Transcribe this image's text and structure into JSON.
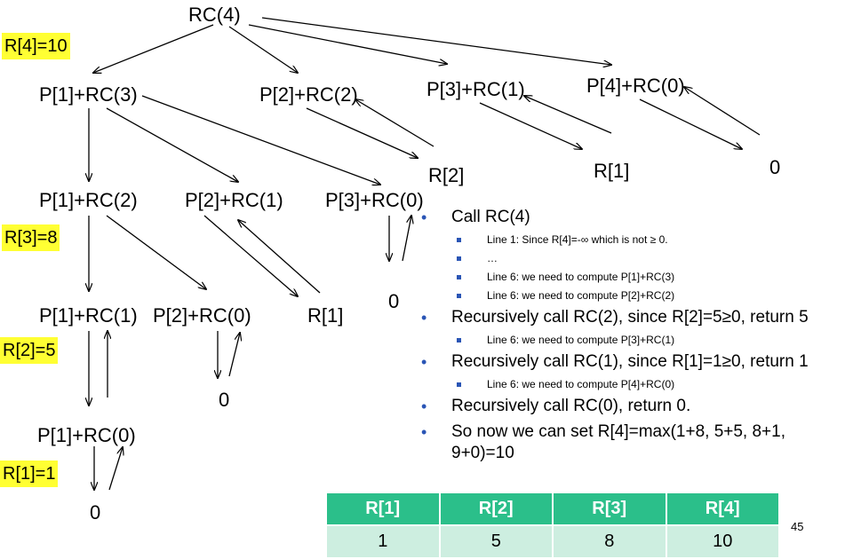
{
  "tree": {
    "root": "RC(4)",
    "level1": [
      "P[1]+RC(3)",
      "P[2]+RC(2)",
      "P[3]+RC(1)",
      "P[4]+RC(0)"
    ],
    "level1_results": [
      "R[2]",
      "R[1]",
      "0"
    ],
    "level2": [
      "P[1]+RC(2)",
      "P[2]+RC(1)",
      "P[3]+RC(0)"
    ],
    "level2_results": [
      "R[1]",
      "0"
    ],
    "level3": [
      "P[1]+RC(1)",
      "P[2]+RC(0)"
    ],
    "level3_results": [
      "0"
    ],
    "level4": [
      "P[1]+RC(0)"
    ],
    "level4_results": [
      "0"
    ]
  },
  "highlights": [
    "R[4]=10",
    "R[3]=8",
    "R[2]=5",
    "R[1]=1"
  ],
  "explanation": {
    "b1": "Call RC(4)",
    "b1_s1": "Line 1: Since R[4]=-∞ which is not ≥ 0.",
    "b1_s2": "…",
    "b1_s3": "Line 6: we need to compute P[1]+RC(3)",
    "b1_s4": "Line 6: we need to compute P[2]+RC(2)",
    "b2": "Recursively call RC(2), since R[2]=5≥0, return 5",
    "b2_s1": "Line 6: we need to compute P[3]+RC(1)",
    "b3": "Recursively call RC(1), since R[1]=1≥0, return 1",
    "b3_s1": "Line 6: we need to compute P[4]+RC(0)",
    "b4": "Recursively call RC(0), return 0.",
    "b5": "So now we can set R[4]=max(1+8, 5+5, 8+1, 9+0)=10"
  },
  "result_table": {
    "headers": [
      "R[1]",
      "R[2]",
      "R[3]",
      "R[4]"
    ],
    "values": [
      "1",
      "5",
      "8",
      "10"
    ]
  },
  "colors": {
    "highlight": "#ffff33",
    "table_header": "#2bbf8a",
    "table_cell": "#cdeee0",
    "bullet": "#2a55b5"
  },
  "page_number": "45"
}
